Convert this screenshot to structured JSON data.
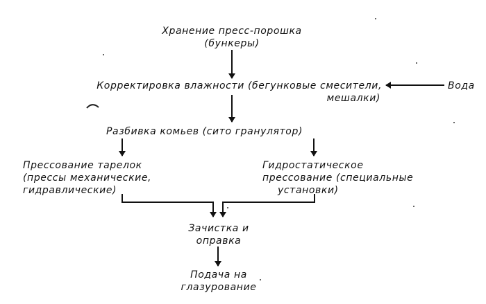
{
  "nodes": {
    "storage": {
      "line1": "Хранение пресс-порошка",
      "line2": "(бункеры)"
    },
    "moisture": {
      "line1": "Корректировка влажности (бегунковые смесители,",
      "line2": "мешалки)"
    },
    "water": {
      "label": "Вода"
    },
    "lumps": {
      "label": "Разбивка комьев (сито гранулятор)"
    },
    "plates": {
      "line1": "Прессование тарелок",
      "line2": "(прессы механические,",
      "line3": "гидравлические)"
    },
    "hydro": {
      "line1": "Гидростатическое",
      "line2": "прессование (специальные",
      "line3": "установки)"
    },
    "cleaning": {
      "line1": "Зачистка и",
      "line2": "оправка"
    },
    "glazing": {
      "line1": "Подача на",
      "line2": "глазурование"
    }
  }
}
